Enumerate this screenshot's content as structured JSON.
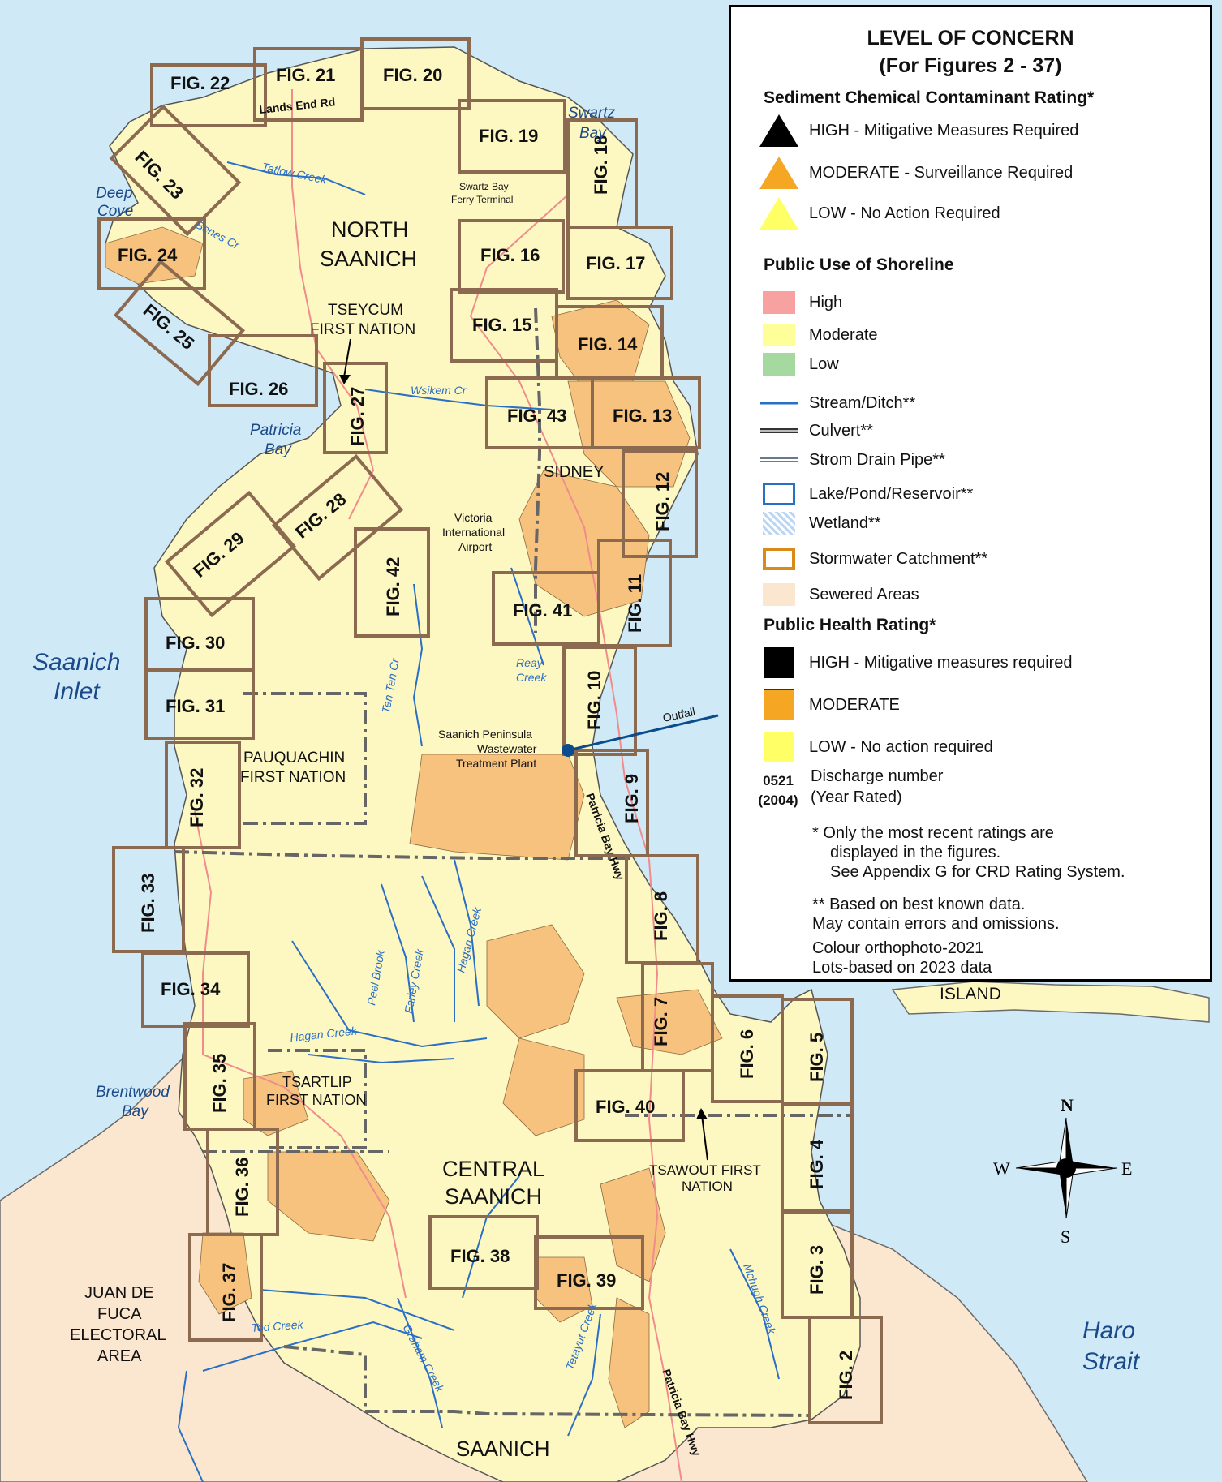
{
  "colors": {
    "water": "#cfe9f7",
    "land": "#fdf7c2",
    "neighbour_land": "#fbe6cf",
    "sewered": "#f6c27e",
    "fig_border": "#8b6a50",
    "stream": "#2a6fc6",
    "high_rating": "#000000",
    "moderate_rating": "#f5a623",
    "low_rating": "#ffff66",
    "public_use_high": "#f7a1a1",
    "public_use_moderate": "#ffff99",
    "public_use_low": "#a6d99f",
    "catchment": "#d98a19"
  },
  "map": {
    "figure_labels": [
      "FIG. 22",
      "FIG. 21",
      "FIG. 20",
      "FIG. 19",
      "FIG. 18",
      "FIG. 23",
      "FIG. 24",
      "FIG. 25",
      "FIG. 16",
      "FIG. 17",
      "FIG. 15",
      "FIG. 14",
      "FIG. 26",
      "FIG. 27",
      "FIG. 43",
      "FIG. 13",
      "FIG. 12",
      "FIG. 28",
      "FIG. 29",
      "FIG. 42",
      "FIG. 41",
      "FIG. 11",
      "FIG. 30",
      "FIG. 31",
      "FIG. 10",
      "FIG. 32",
      "FIG. 9",
      "FIG. 33",
      "FIG. 8",
      "FIG. 34",
      "FIG. 7",
      "FIG. 6",
      "FIG. 5",
      "FIG. 35",
      "FIG. 40",
      "FIG. 36",
      "FIG. 4",
      "FIG. 37",
      "FIG. 38",
      "FIG. 39",
      "FIG. 3",
      "FIG. 2"
    ],
    "places": {
      "north_saanich_1": "NORTH",
      "north_saanich_2": "SAANICH",
      "tseycum_1": "TSEYCUM",
      "tseycum_2": "FIRST NATION",
      "sidney": "SIDNEY",
      "airport_1": "Victoria",
      "airport_2": "International",
      "airport_3": "Airport",
      "pauquachin_1": "PAUQUACHIN",
      "pauquachin_2": "FIRST NATION",
      "wwtp_1": "Saanich Peninsula",
      "wwtp_2": "Wastewater",
      "wwtp_3": "Treatment Plant",
      "outfall": "Outfall",
      "tsartlip_1": "TSARTLIP",
      "tsartlip_2": "FIRST NATION",
      "central_saanich_1": "CENTRAL",
      "central_saanich_2": "SAANICH",
      "tsawout_1": "TSAWOUT FIRST",
      "tsawout_2": "NATION",
      "juan_1": "JUAN DE",
      "juan_2": "FUCA",
      "juan_3": "ELECTORAL",
      "juan_4": "AREA",
      "saanich": "SAANICH",
      "island": "ISLAND",
      "ferry_1": "Swartz Bay",
      "ferry_2": "Ferry Terminal",
      "lands_end": "Lands End Rd",
      "hwy_1": "Patricia Bay Hwy",
      "hwy_2": "Patricia Bay Hwy"
    },
    "waters": {
      "saanich_inlet_1": "Saanich",
      "saanich_inlet_2": "Inlet",
      "haro_1": "Haro",
      "haro_2": "Strait",
      "swartz_1": "Swartz",
      "swartz_2": "Bay",
      "deep_1": "Deep",
      "deep_2": "Cove",
      "patricia_1": "Patricia",
      "patricia_2": "Bay",
      "brentwood_1": "Brentwood",
      "brentwood_2": "Bay"
    },
    "creeks": {
      "tatlow": "Tatlow Creek",
      "bene": "Benes Cr",
      "wsikem": "Wsikem Cr",
      "reay_1": "Reay",
      "reay_2": "Creek",
      "tenten": "Ten Ten Cr",
      "peel": "Peel Brook",
      "farley": "Farley Creek",
      "hagan_v": "Hagan Creek",
      "hagan_h": "Hagan Creek",
      "tod": "Tod Creek",
      "graham": "Graham Creek",
      "tetayut": "Tetayut Creek",
      "mchugh": "Mchugh Creek"
    },
    "compass": {
      "n": "N",
      "s": "S",
      "e": "E",
      "w": "W"
    }
  },
  "legend": {
    "title_1": "LEVEL OF CONCERN",
    "title_2": "(For Figures 2 - 37)",
    "sediment": {
      "heading": "Sediment Chemical Contaminant Rating*",
      "high": "HIGH - Mitigative Measures Required",
      "moderate": "MODERATE - Surveillance Required",
      "low": "LOW - No Action Required"
    },
    "public_use": {
      "heading": "Public Use of Shoreline",
      "high": "High",
      "moderate": "Moderate",
      "low": "Low"
    },
    "features": {
      "stream": "Stream/Ditch**",
      "culvert": "Culvert**",
      "storm": "Strom Drain Pipe**",
      "lake": "Lake/Pond/Reservoir**",
      "wetland": "Wetland**",
      "catchment": "Stormwater Catchment**",
      "sewered": "Sewered Areas"
    },
    "health": {
      "heading": "Public Health Rating*",
      "high": "HIGH - Mitigative measures required",
      "moderate": "MODERATE",
      "low": "LOW - No action required"
    },
    "discharge": {
      "number": "0521",
      "year": "(2004)",
      "label_1": "Discharge number",
      "label_2": "(Year Rated)"
    },
    "notes": {
      "n1_1": "*  Only the most recent ratings are",
      "n1_2": "displayed in the figures.",
      "n1_3": "See Appendix G for CRD Rating System.",
      "n2_1": "** Based on best known data.",
      "n2_2": "May contain errors and omissions.",
      "n2_3": "Colour orthophoto-2021",
      "n2_4": "Lots-based on 2023 data"
    }
  }
}
